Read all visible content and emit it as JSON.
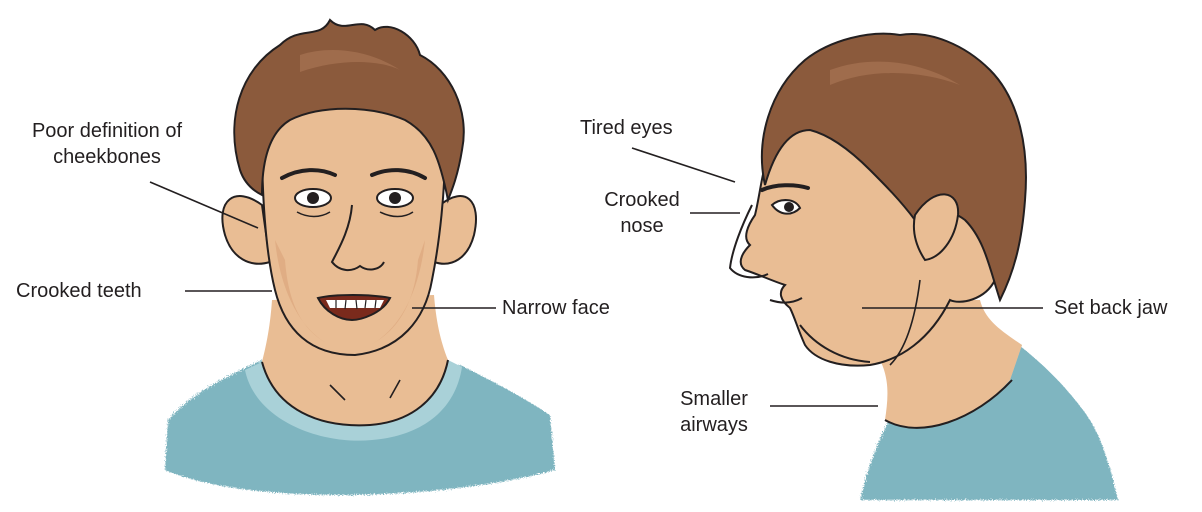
{
  "colors": {
    "skin": "#e9bd94",
    "skin_shade": "#d9a176",
    "hair": "#8b5a3c",
    "hair_light": "#a87452",
    "shirt": "#7fb5c0",
    "shirt_light": "#a9d1d8",
    "line": "#231f20",
    "label": "#231f20"
  },
  "front_view": {
    "labels": {
      "cheekbones_line1": "Poor definition of",
      "cheekbones_line2": "cheekbones",
      "crooked_teeth": "Crooked teeth",
      "narrow_face": "Narrow face"
    }
  },
  "side_view": {
    "labels": {
      "tired_eyes": "Tired eyes",
      "crooked_nose_line1": "Crooked",
      "crooked_nose_line2": "nose",
      "set_back_jaw": "Set back jaw",
      "smaller_airways_line1": "Smaller",
      "smaller_airways_line2": "airways"
    }
  }
}
